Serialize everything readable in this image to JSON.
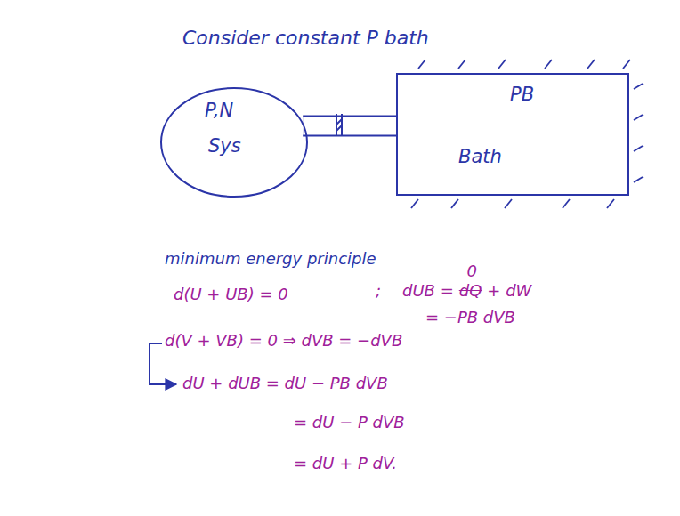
{
  "diagram": {
    "title": "Consider constant P bath",
    "nodes": [
      {
        "text": [
          "P,N",
          "Sys"
        ]
      },
      {
        "text": [
          "PB",
          "Bath"
        ]
      }
    ],
    "edges": [
      {
        "from": 0,
        "to": 1,
        "arrow": "none"
      }
    ],
    "labels": [
      "minimum energy principle",
      "d(U + UB) = 0",
      ";",
      "dUB =",
      "dQ",
      "0",
      "+ dW",
      "= −PB dVB",
      "d(V + VB) = 0 ⇒ dVB = −dVB",
      "dU + dUB = dU − PB dVB",
      "= dU − P dVB",
      "= dU + P dV."
    ]
  }
}
